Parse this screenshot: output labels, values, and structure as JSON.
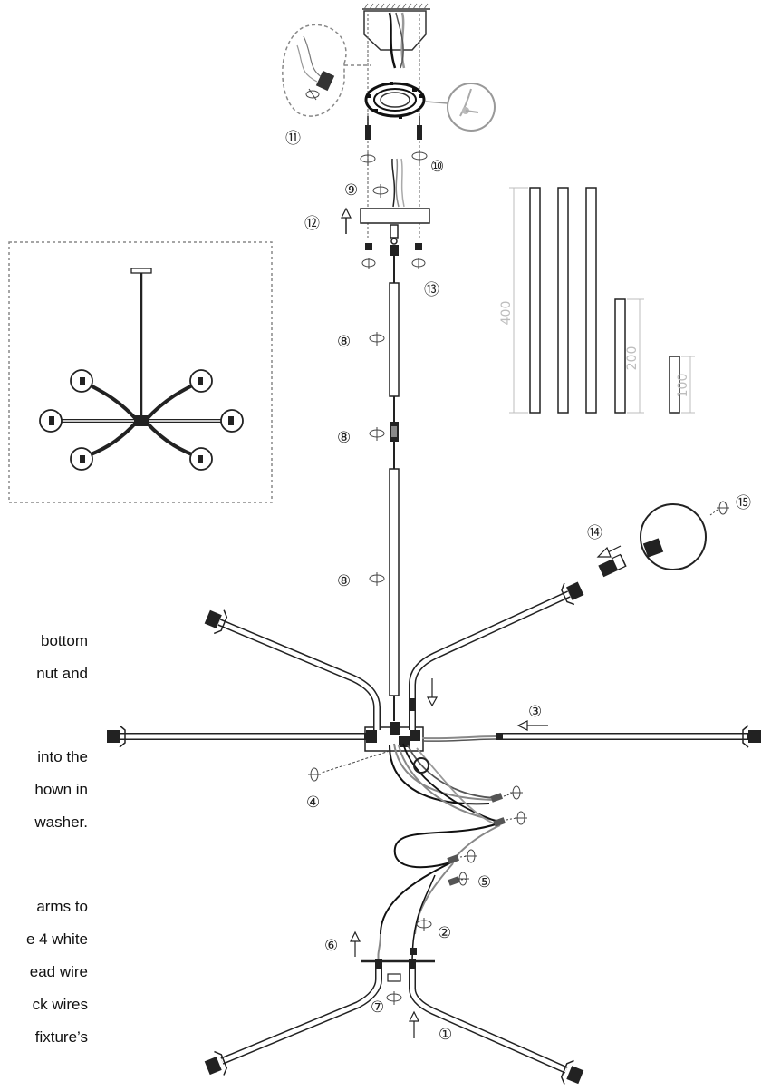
{
  "instructions_text": {
    "line1": "bottom",
    "line2": "nut and",
    "line3": "into the",
    "line4": "hown in",
    "line5": "washer.",
    "line6": "arms to",
    "line7": "e 4 white",
    "line8": "ead wire",
    "line9": "ck wires",
    "line10": "fixture’s"
  },
  "step_numbers": {
    "s1": "①",
    "s2": "②",
    "s3": "③",
    "s4": "④",
    "s5": "⑤",
    "s6": "⑥",
    "s7": "⑦",
    "s8a": "⑧",
    "s8b": "⑧",
    "s8c": "⑧",
    "s9": "⑨",
    "s10": "⑩",
    "s11": "⑪",
    "s12": "⑫",
    "s13": "⑬",
    "s14": "⑭",
    "s15": "⑮"
  },
  "rod_dimensions": {
    "long": "400",
    "medium": "200",
    "short": "100"
  },
  "colors": {
    "line": "#1a1a1a",
    "wire_grey": "#8c8c8c",
    "dashed": "#888888",
    "dim_text": "#bdbdbd"
  }
}
